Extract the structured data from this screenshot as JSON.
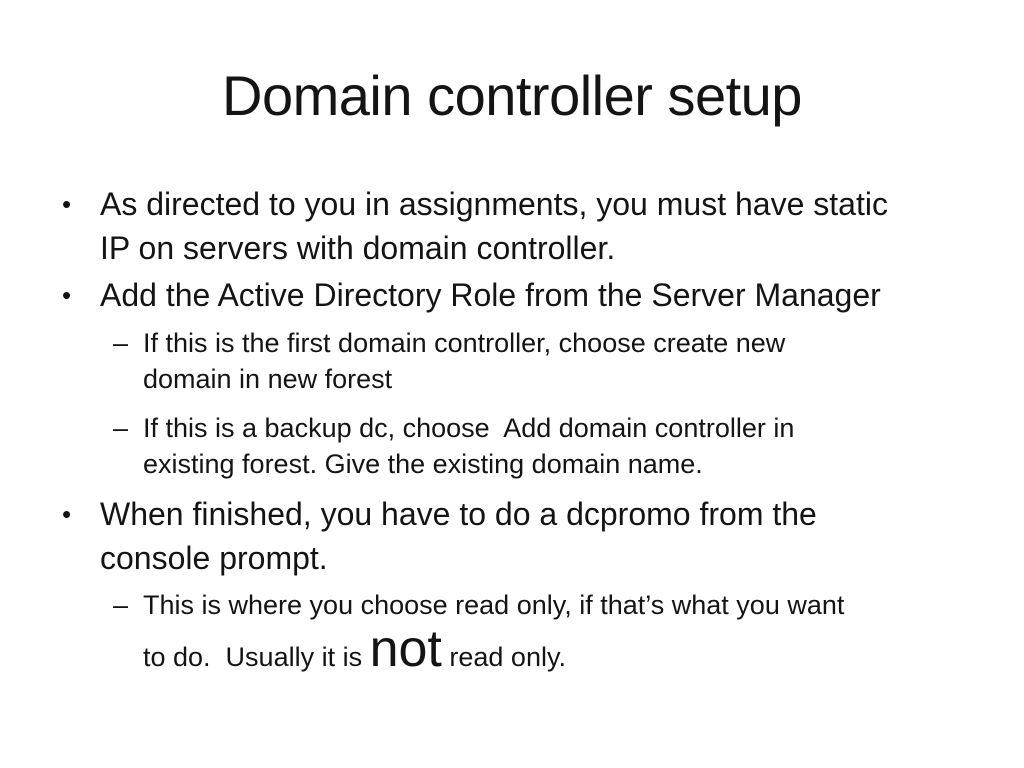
{
  "slide": {
    "title": "Domain controller setup",
    "markers": {
      "level1": "•",
      "level2": "–"
    },
    "colors": {
      "background": "#ffffff",
      "text": "#141414"
    },
    "bullets": [
      {
        "level": 1,
        "lines": [
          "As directed to you in assignments, you must have static",
          "IP on servers with domain controller."
        ]
      },
      {
        "level": 1,
        "lines": [
          "Add the Active Directory Role from the Server Manager"
        ]
      },
      {
        "level": 2,
        "lines": [
          "If this is the first domain controller, choose create new",
          "domain in new forest"
        ]
      },
      {
        "level": 2,
        "lines": [
          "If this is a backup dc, choose  Add domain controller in",
          "existing forest. Give the existing domain name."
        ]
      },
      {
        "level": 1,
        "lines": [
          "When finished, you have to do a dcpromo from the",
          "console prompt."
        ]
      },
      {
        "level": 2,
        "lines": [
          "This is where you choose read only, if that’s what you want"
        ],
        "rich_line": {
          "prefix": "to do.  Usually it is ",
          "emphasis": "not",
          "suffix": " read only."
        }
      }
    ]
  }
}
